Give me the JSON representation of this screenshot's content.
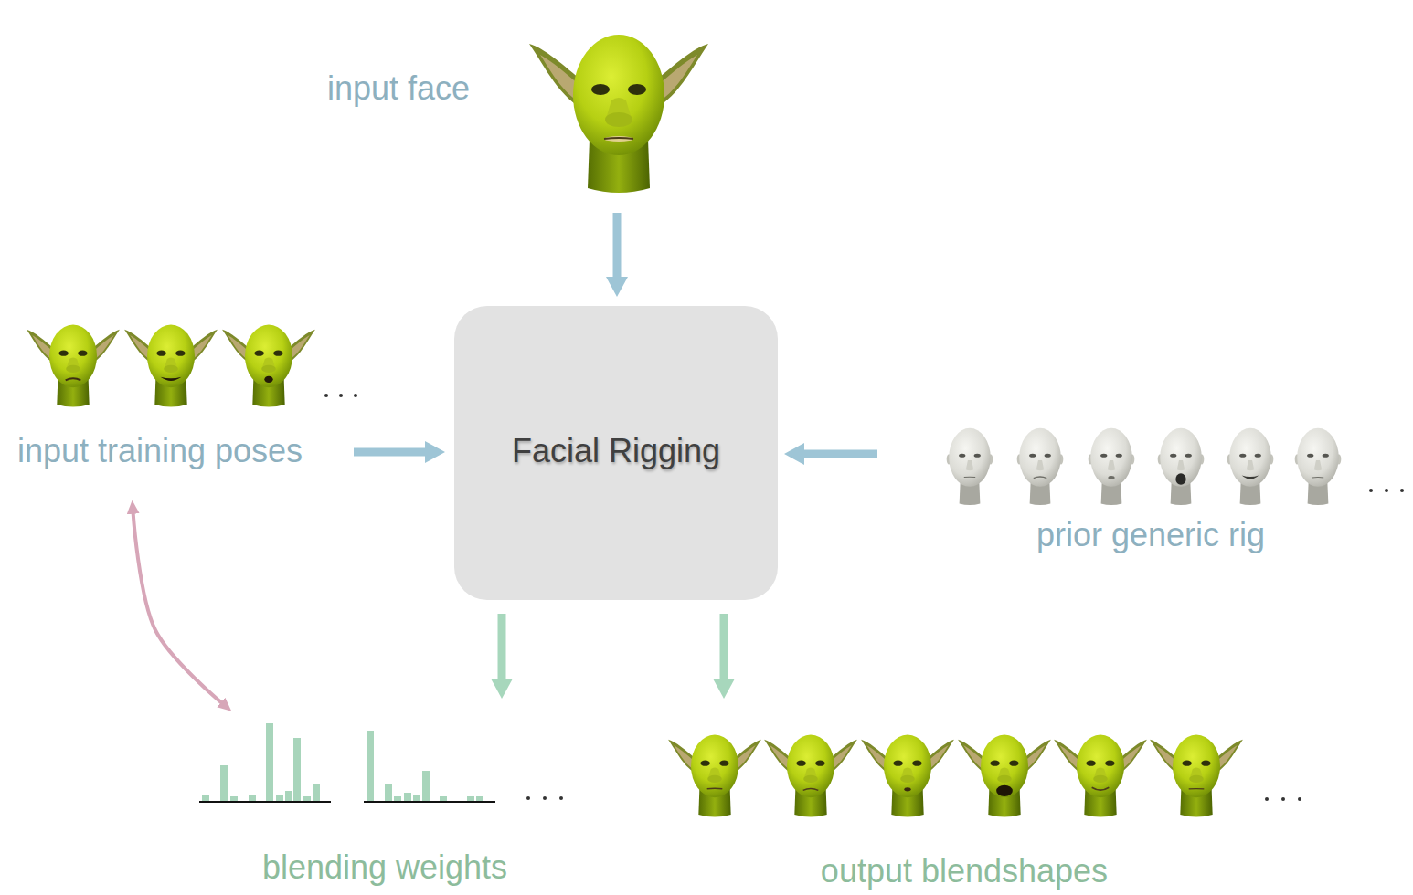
{
  "diagram": {
    "nodes": [
      {
        "text": [
          "input face"
        ]
      },
      {
        "text": [
          "input training poses"
        ]
      },
      {
        "text": [
          "Facial Rigging"
        ]
      },
      {
        "text": [
          "prior generic rig"
        ]
      },
      {
        "text": [
          "blending weights"
        ]
      },
      {
        "text": [
          "output blendshapes"
        ]
      }
    ],
    "edges": [
      {
        "from": 0,
        "to": 2,
        "arrow": "to"
      },
      {
        "from": 1,
        "to": 2,
        "arrow": "to"
      },
      {
        "from": 3,
        "to": 2,
        "arrow": "to"
      },
      {
        "from": 2,
        "to": 4,
        "arrow": "to"
      },
      {
        "from": 2,
        "to": 5,
        "arrow": "to"
      },
      {
        "from": 1,
        "to": 4,
        "arrow": "both"
      }
    ]
  }
}
